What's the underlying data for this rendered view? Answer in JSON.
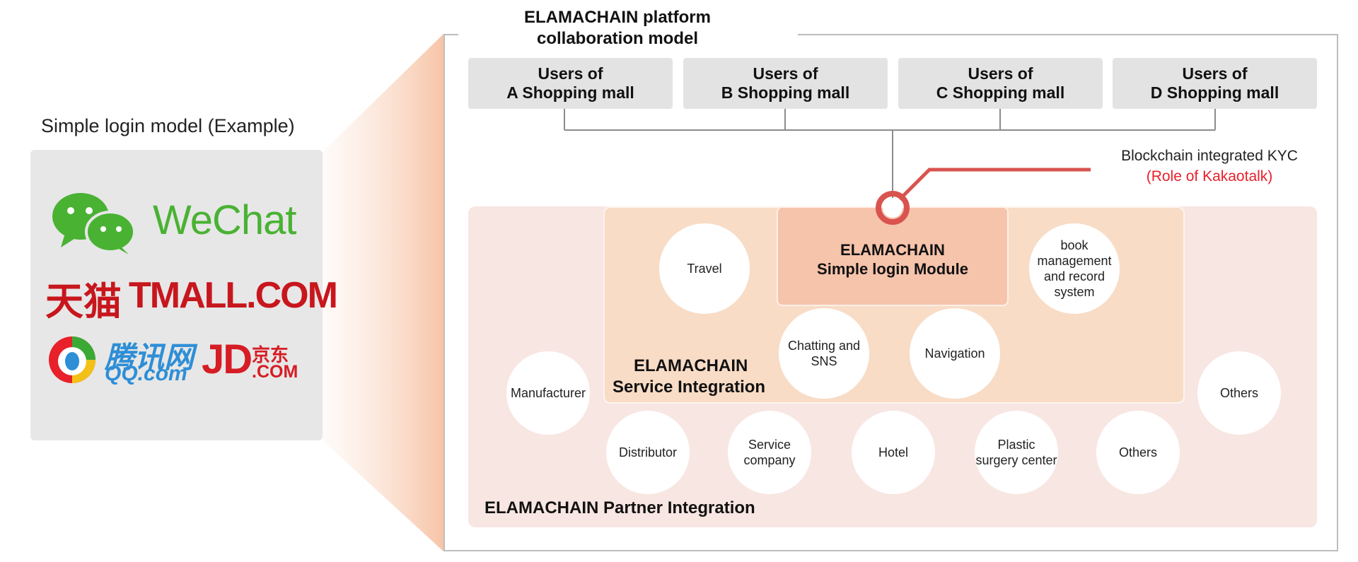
{
  "left": {
    "title": "Simple login model (Example)",
    "logos": {
      "wechat": "WeChat",
      "tmall_cn": "天猫",
      "tmall_en": "TMALL.COM",
      "qq_cn": "腾讯网",
      "qq_en": "QQ.com",
      "jd_en": "JD",
      "jd_cn": "京东",
      "jd_com": ".COM"
    },
    "colors": {
      "wechat": "#49b233",
      "tmall": "#c8161d",
      "qq": "#2e8ed6",
      "jd": "#d61c24"
    }
  },
  "platform": {
    "title_line1": "ELAMACHAIN platform",
    "title_line2": "collaboration model",
    "users": [
      {
        "line1": "Users of",
        "line2": "A Shopping mall"
      },
      {
        "line1": "Users of",
        "line2": "B Shopping mall"
      },
      {
        "line1": "Users of",
        "line2": "C Shopping mall"
      },
      {
        "line1": "Users of",
        "line2": "D Shopping mall"
      }
    ],
    "kyc_line1": "Blockchain integrated KYC",
    "kyc_line2": "(Role of Kakaotalk)",
    "module_line1": "ELAMACHAIN",
    "module_line2": "Simple login Module",
    "service_label_line1": "ELAMACHAIN",
    "service_label_line2": "Service Integration",
    "partner_label": "ELAMACHAIN Partner Integration",
    "service_circles": [
      "Travel",
      "book management and record system",
      "Chatting and SNS",
      "Navigation"
    ],
    "partner_circles": [
      "Manufacturer",
      "Others",
      "Distributor",
      "Service company",
      "Hotel",
      "Plastic surgery center",
      "Others"
    ]
  },
  "colors": {
    "accent_red": "#d9534f",
    "kyc_role": "#e8202a",
    "partner_bg": "#f8e6e2",
    "service_bg": "#f8dcc6",
    "module_bg": "#f6c3ab",
    "user_box": "#e3e3e3"
  }
}
